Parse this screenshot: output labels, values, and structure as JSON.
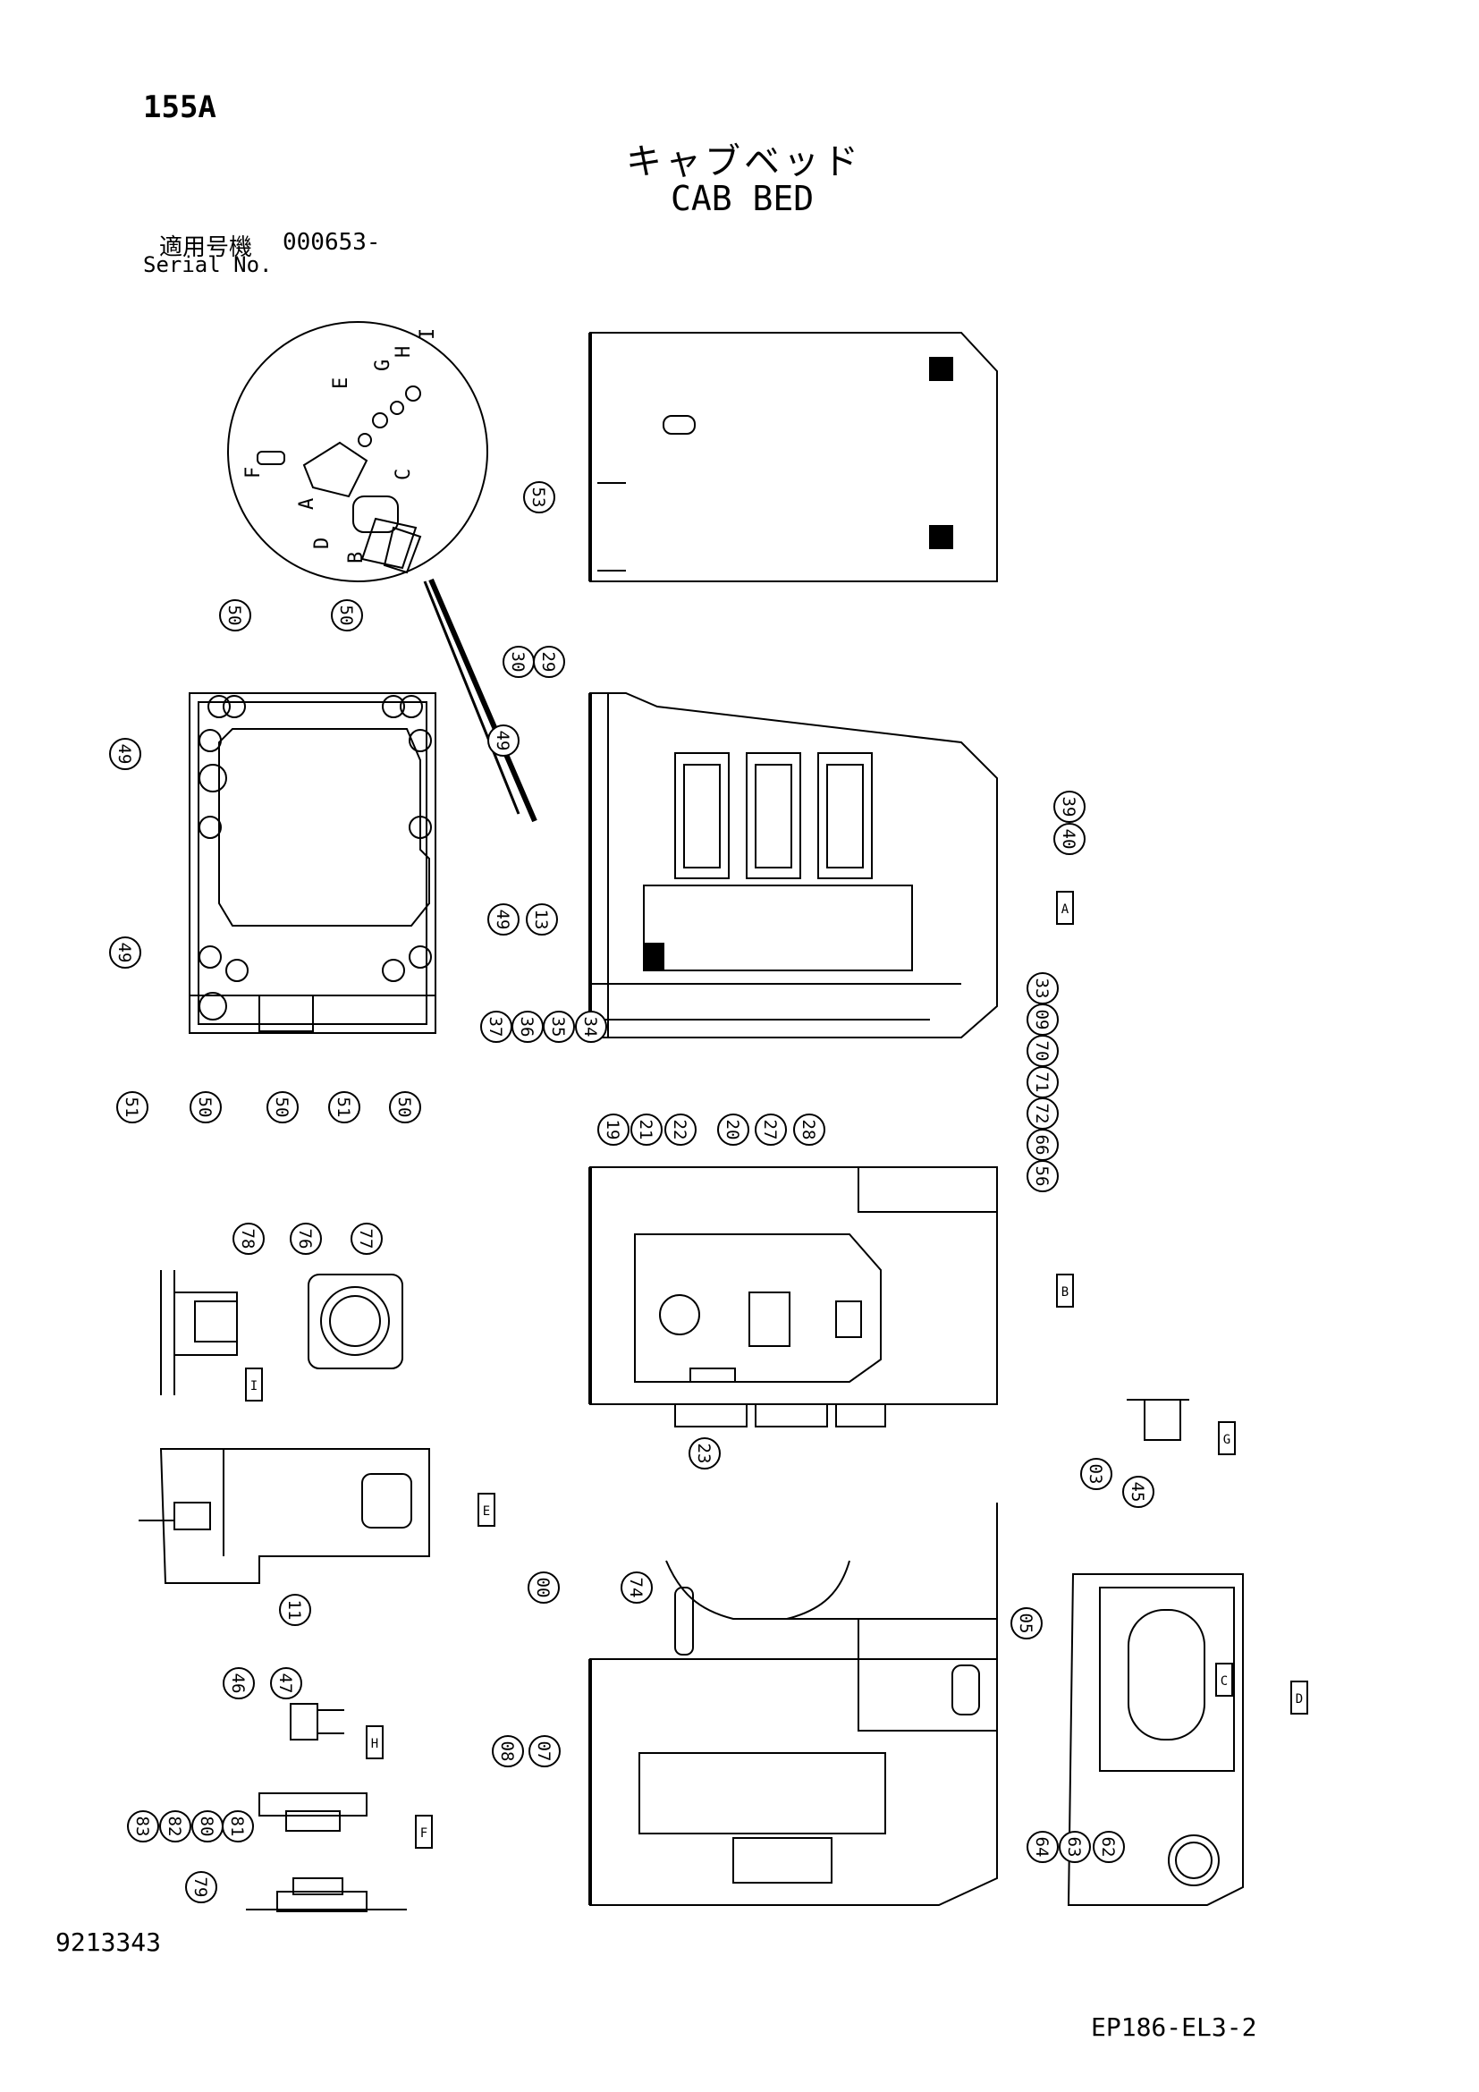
{
  "page": {
    "code": "155A",
    "title_jp": "キャブベッド",
    "title_en": "CAB BED",
    "serial_label_jp": "適用号機",
    "serial_value": "000653-",
    "serial_label_en": "Serial No.",
    "drawing_number": "9213343",
    "document_code": "EP186-EL3-2"
  },
  "detail_letters": [
    "A",
    "B",
    "C",
    "D",
    "E",
    "F",
    "G",
    "H",
    "I"
  ],
  "section_tags": [
    {
      "id": "A",
      "text": "A"
    },
    {
      "id": "B",
      "text": "B"
    },
    {
      "id": "C",
      "text": "C"
    },
    {
      "id": "D",
      "text": "D"
    },
    {
      "id": "E",
      "text": "E"
    },
    {
      "id": "F",
      "text": "F"
    },
    {
      "id": "G",
      "text": "G"
    },
    {
      "id": "H",
      "text": "H"
    },
    {
      "id": "I",
      "text": "I"
    }
  ],
  "callouts": [
    "53",
    "50",
    "50",
    "49",
    "49",
    "49",
    "49",
    "51",
    "50",
    "50",
    "51",
    "50",
    "30",
    "29",
    "13",
    "40",
    "39",
    "33",
    "09",
    "70",
    "71",
    "72",
    "66",
    "56",
    "37",
    "36",
    "35",
    "34",
    "19",
    "21",
    "22",
    "20",
    "27",
    "28",
    "23",
    "78",
    "76",
    "77",
    "03",
    "45",
    "11",
    "00",
    "74",
    "05",
    "46",
    "47",
    "08",
    "07",
    "64",
    "63",
    "62",
    "83",
    "82",
    "80",
    "81",
    "79"
  ]
}
